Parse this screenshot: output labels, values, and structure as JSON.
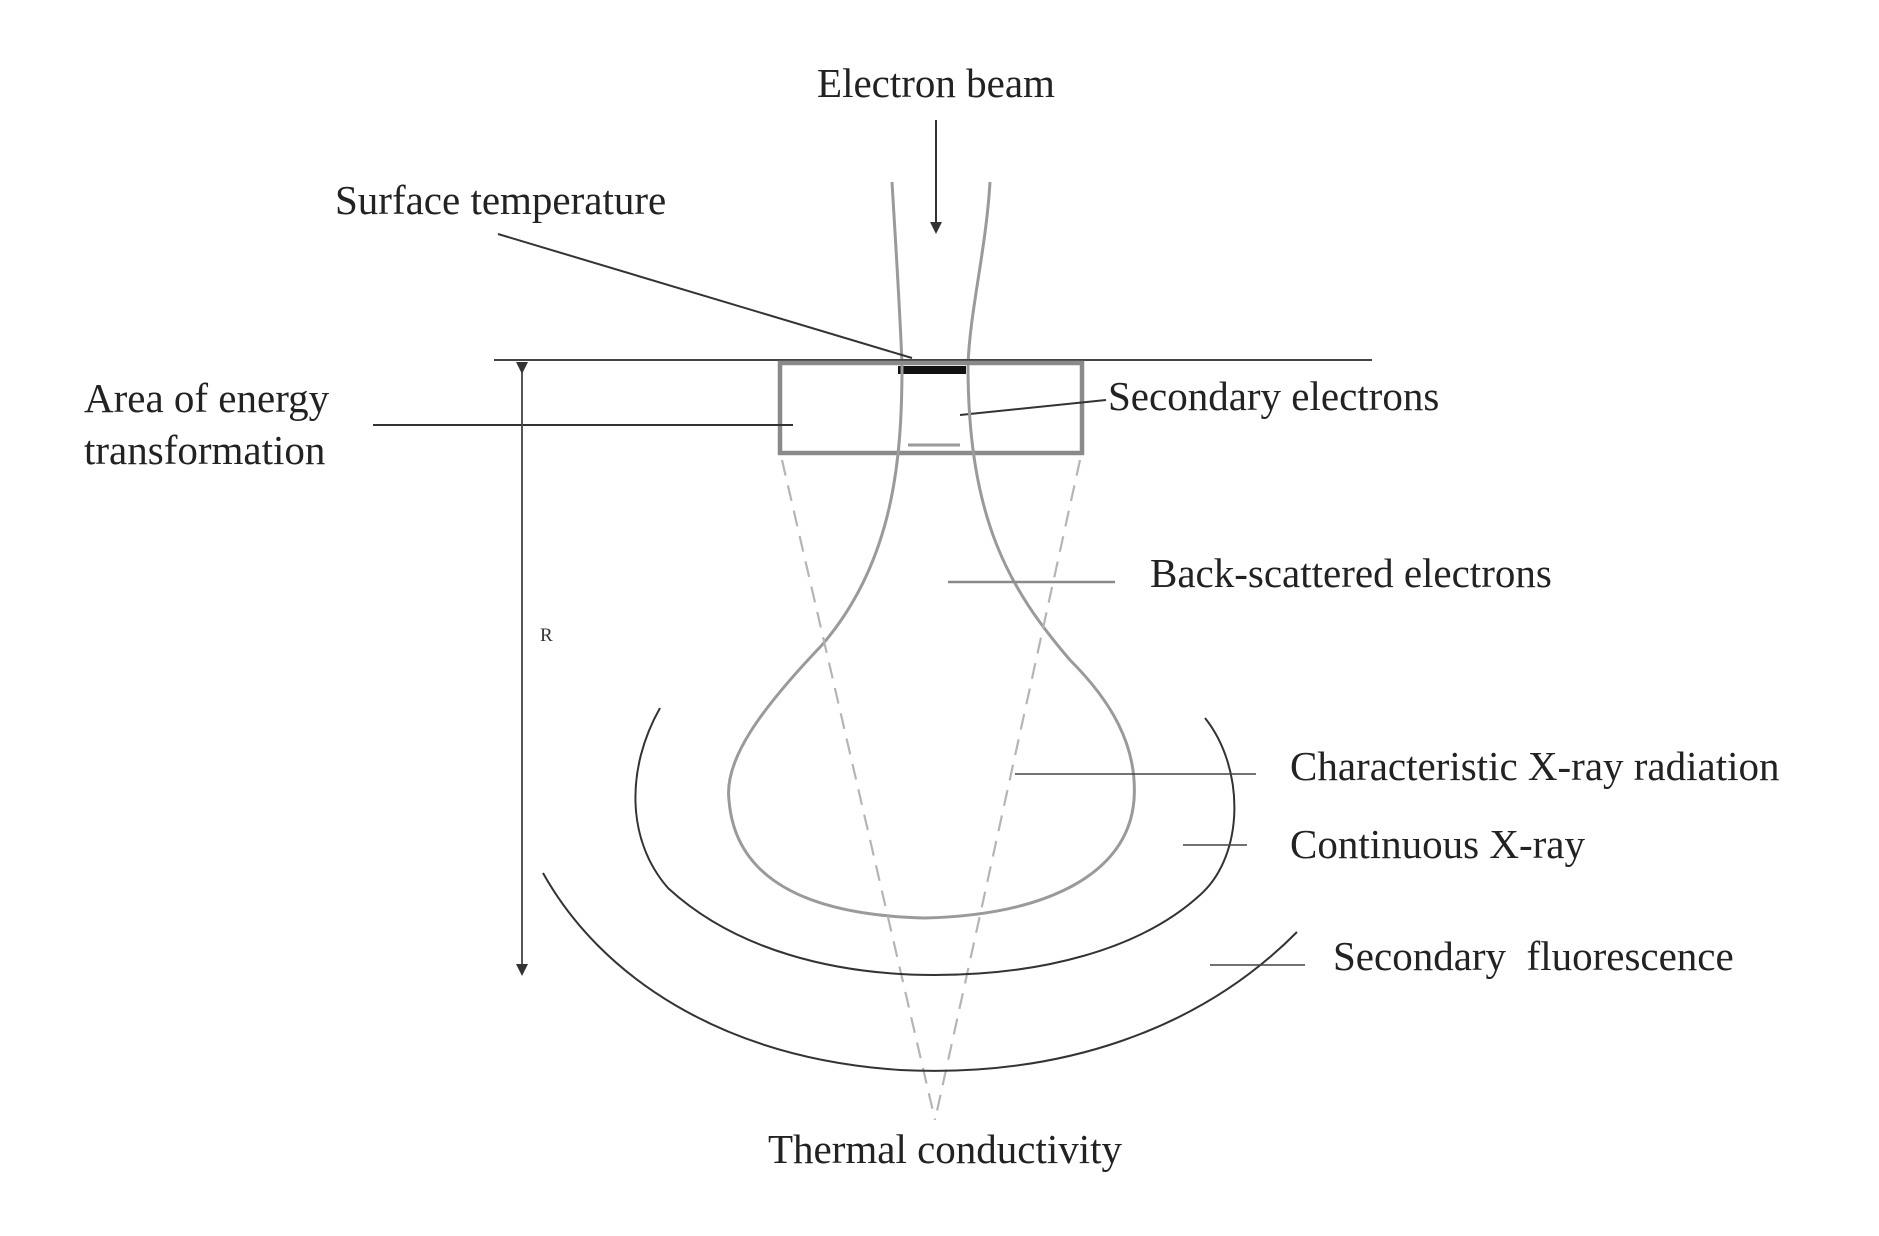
{
  "diagram": {
    "labels": {
      "electron_beam": "Electron beam",
      "surface_temperature": "Surface temperature",
      "area_line1": "Area of energy",
      "area_line2": "transformation",
      "secondary_electrons": "Secondary electrons",
      "back_scattered": "Back-scattered electrons",
      "characteristic_xray": "Characteristic X-ray radiation",
      "continuous_xray": "Continuous X-ray",
      "secondary_fluorescence": "Secondary  fluorescence",
      "thermal_conductivity": "Thermal conductivity",
      "depth_symbol": "R"
    }
  }
}
